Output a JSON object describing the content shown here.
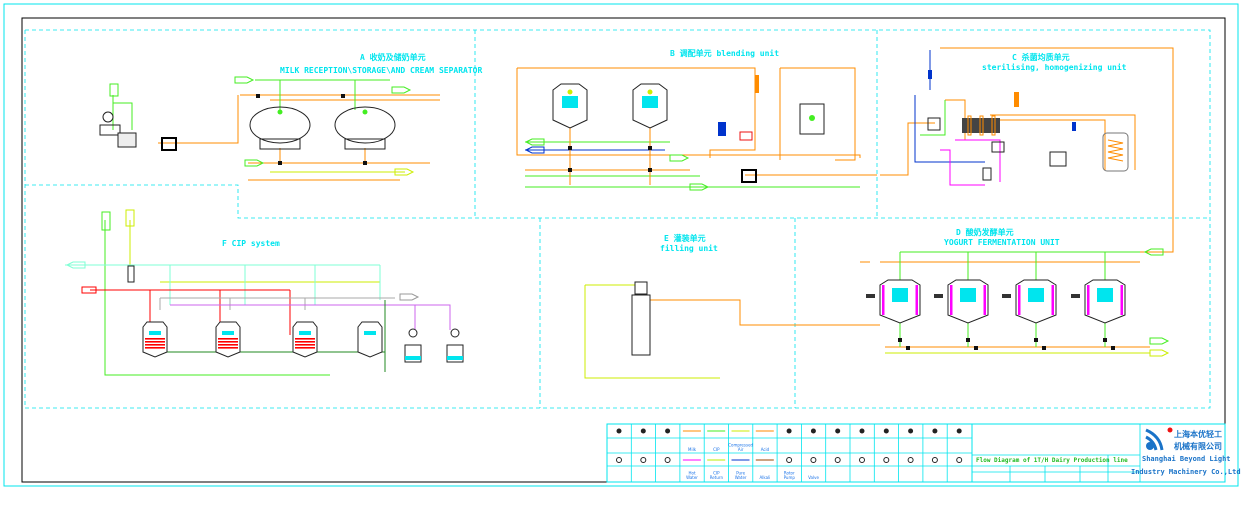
{
  "colors": {
    "frame": "#00e5ee",
    "milk": "#ff8c00",
    "cip": "#44ee22",
    "air": "#ccee00",
    "acid": "#ff8800",
    "hot_water": "#ff00ff",
    "cip_return": "#bbee00",
    "pure_water": "#0033cc",
    "alkali": "#994400",
    "steam": "#ff0000",
    "label": "#00e5ee"
  },
  "zones": {
    "a": {
      "title_cn": "A 收奶及储奶单元",
      "title_en": "MILK RECEPTION\\STORAGE\\AND CREAM SEPARATOR"
    },
    "b": {
      "title": "B 调配单元  blending unit"
    },
    "c": {
      "title_cn": "C 杀菌均质单元",
      "title_en": "sterilising, homogenizing unit"
    },
    "d": {
      "title_cn": "D 酸奶发酵单元",
      "title_en": "YOGURT FERMENTATION UNIT"
    },
    "e": {
      "title_cn": "E 灌装单元",
      "title_en": "filling unit"
    },
    "f": {
      "title": "F CIP system"
    }
  },
  "legend": {
    "lines_row1": [
      {
        "label": "Milk",
        "color": "#ff8c00"
      },
      {
        "label": "CIP",
        "color": "#44ee22"
      },
      {
        "label": "Compressed Air",
        "color": "#ccee00"
      },
      {
        "label": "Acid",
        "color": "#ff8800"
      }
    ],
    "lines_row2": [
      {
        "label": "Hot Water",
        "color": "#ff00ff"
      },
      {
        "label": "CIP Return",
        "color": "#bbee00"
      },
      {
        "label": "Pure Water",
        "color": "#0033cc"
      },
      {
        "label": "Alkali",
        "color": "#994400"
      }
    ],
    "symbols_row2": [
      "Rotor Pump",
      "Valve"
    ]
  },
  "title_block": {
    "drawing_title": "Flow Diagram of 1T/H Dairy Production line",
    "company_cn_1": "上海本优轻工",
    "company_cn_2": "机械有限公司",
    "company_en_1": "Shanghai Beyond Light",
    "company_en_2": "Industry Machinery Co.,Ltd"
  }
}
